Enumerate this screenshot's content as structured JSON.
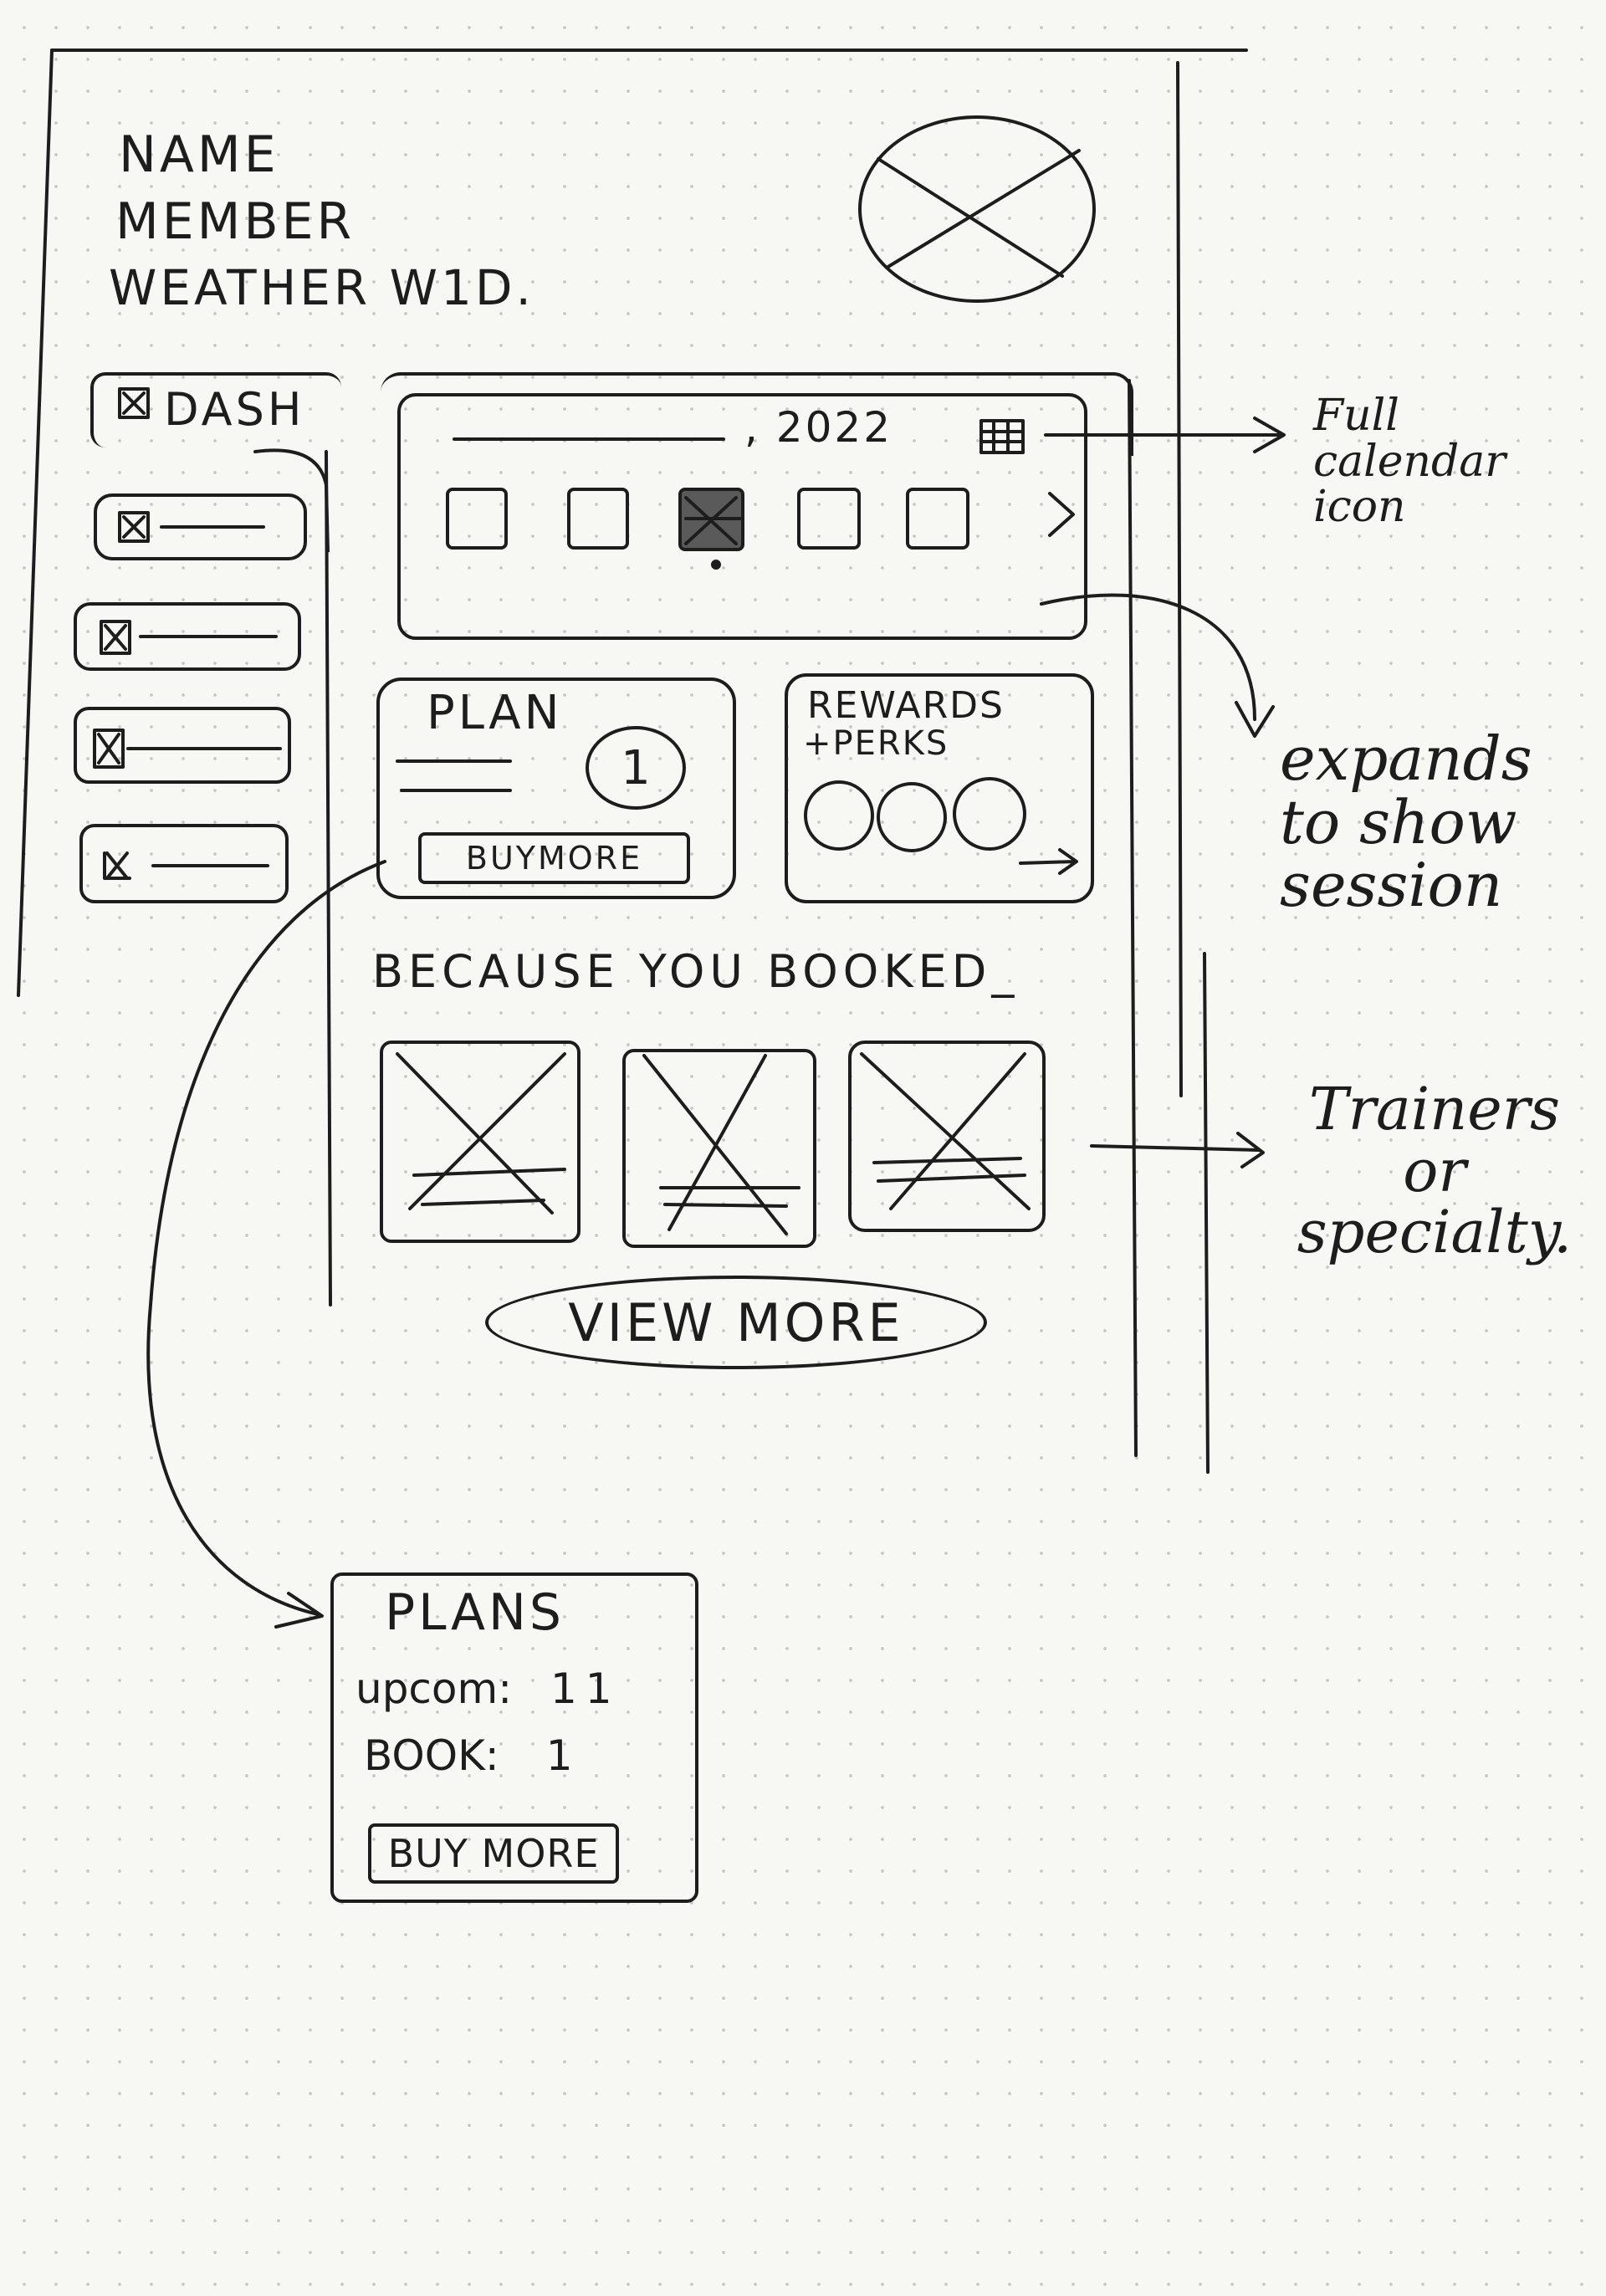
{
  "header": {
    "name": "NAME",
    "member": "MEMBER",
    "weather": "WEATHER W1D."
  },
  "sidebar": {
    "items": [
      {
        "label": "DASH",
        "icon": "placeholder-x-icon"
      },
      {
        "label": "",
        "icon": "placeholder-x-icon"
      },
      {
        "label": "",
        "icon": "placeholder-x-icon"
      },
      {
        "label": "",
        "icon": "placeholder-x-icon"
      },
      {
        "label": "",
        "icon": "placeholder-x-icon"
      }
    ]
  },
  "calendar": {
    "year": ", 2022",
    "icon": "calendar-grid-icon",
    "next_icon": "chevron-right-icon",
    "selected_day_index": 2
  },
  "plan_card": {
    "title": "PLAN",
    "count": "1",
    "buy_label": "BUYMORE"
  },
  "rewards_card": {
    "title_line1": "REWARDS",
    "title_line2": "+PERKS",
    "arrow_icon": "arrow-right-icon"
  },
  "because": {
    "heading": "BECAUSE YOU BOOKED_",
    "view_more": "VIEW MORE"
  },
  "plans_popup": {
    "title": "PLANS",
    "upcoming_label": "upcom:",
    "upcoming_value": "11",
    "booked_label": "BOOK:",
    "booked_value": "1",
    "buy_label": "BUY MORE"
  },
  "annotations": {
    "calendar_note": [
      "Full",
      "calendar",
      "icon"
    ],
    "expand_note": [
      "expands",
      "to show",
      "session"
    ],
    "trainers_note": [
      "Trainers",
      "or",
      "specialty."
    ]
  }
}
